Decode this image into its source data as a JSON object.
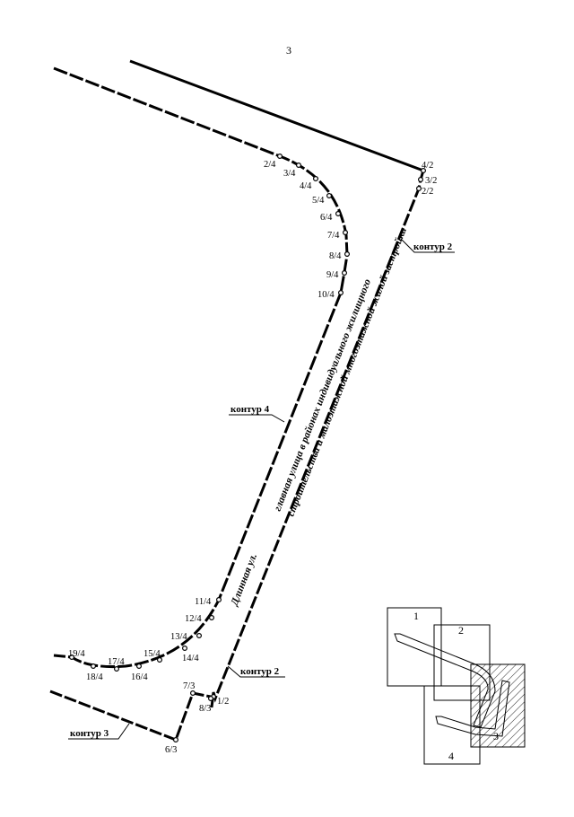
{
  "page_number": "3",
  "labels": {
    "contour2_top": "контур 2",
    "contour2_bottom": "контур 2",
    "contour3": "контур 3",
    "contour4": "контур 4"
  },
  "street": {
    "line1": "главная улица в районах индивидуального жилищного",
    "line2": "строительства и малоэтажной многоэтажной жилой застройки",
    "name": "Длинная ул."
  },
  "points": {
    "p4_2": "4/2",
    "p3_2": "3/2",
    "p2_2": "2/2",
    "p1_2": "1/2",
    "p7_3": "7/3",
    "p8_3": "8/3",
    "p6_3": "6/3",
    "p2_4": "2/4",
    "p3_4": "3/4",
    "p4_4": "4/4",
    "p5_4": "5/4",
    "p6_4": "6/4",
    "p7_4": "7/4",
    "p8_4": "8/4",
    "p9_4": "9/4",
    "p10_4": "10/4",
    "p11_4": "11/4",
    "p12_4": "12/4",
    "p13_4": "13/4",
    "p14_4": "14/4",
    "p15_4": "15/4",
    "p16_4": "16/4",
    "p17_4": "17/4",
    "p18_4": "18/4",
    "p19_4": "19/4"
  },
  "inset": {
    "box1": "1",
    "box2": "2",
    "box3": "3",
    "box4": "4"
  }
}
